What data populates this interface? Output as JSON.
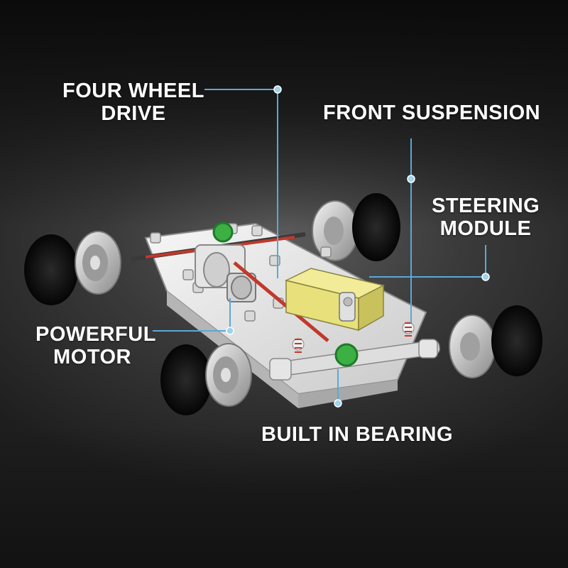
{
  "labels": {
    "four_wheel_drive": [
      "FOUR WHEEL",
      "DRIVE"
    ],
    "front_suspension": "FRONT SUSPENSION",
    "steering_module": [
      "STEERING",
      "MODULE"
    ],
    "powerful_motor": [
      "POWERFUL",
      "MOTOR"
    ],
    "built_in_bearing": "BUILT IN BEARING"
  },
  "colors": {
    "callout_line": "#5aa9d6",
    "callout_dot": "#9fd3ee",
    "label_text": "#ffffff",
    "chassis": "#e9e9e9",
    "motor_housing": "#e8e07a",
    "drive_shaft": "#c0392b",
    "gear": "#3cb043",
    "tire": "#111111",
    "rim": "#c8c8c8"
  }
}
